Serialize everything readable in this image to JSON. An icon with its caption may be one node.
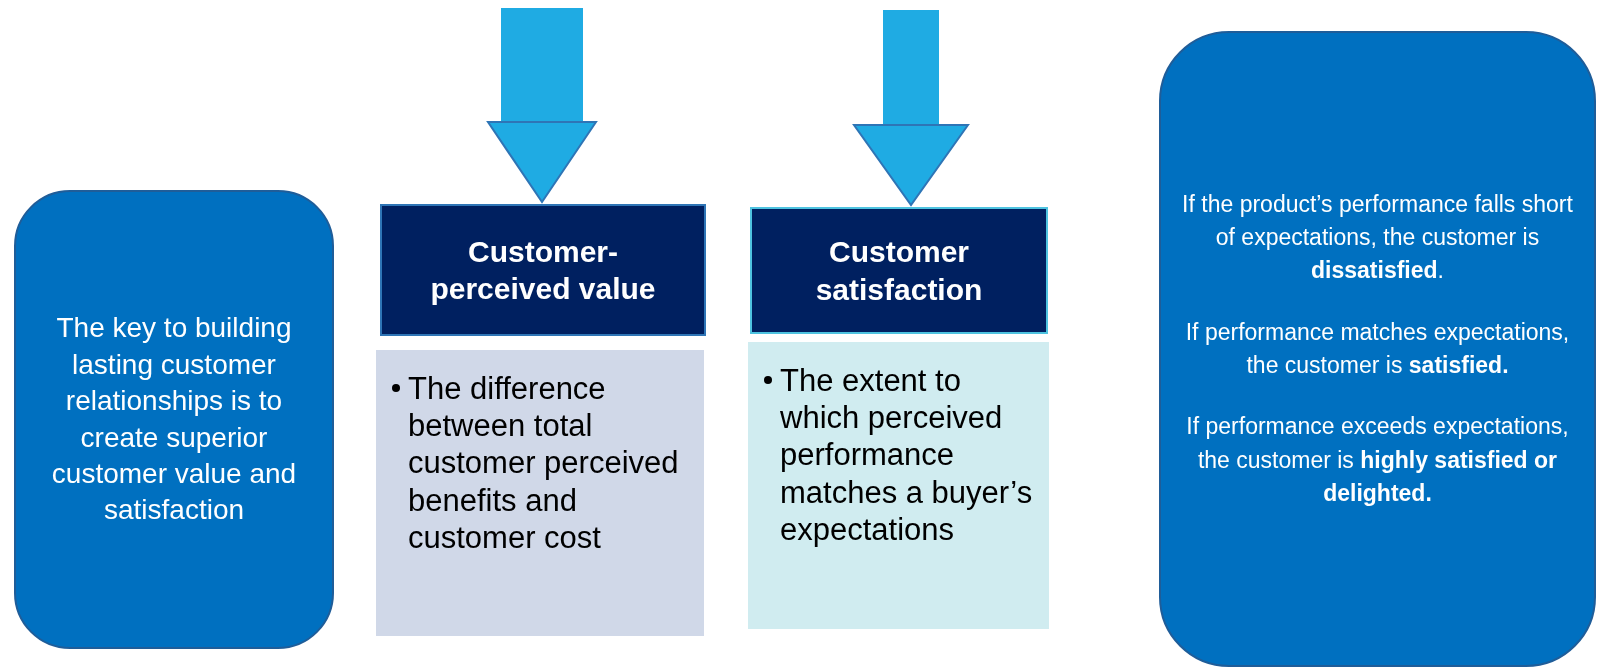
{
  "diagram": {
    "nodes": [
      {
        "text": [
          "The key to building lasting customer relationships is to create superior customer value and satisfaction"
        ]
      },
      {
        "text": [
          "Customer-perceived value"
        ]
      },
      {
        "text": [
          "The difference between total customer perceived benefits and customer cost"
        ]
      },
      {
        "text": [
          "Customer satisfaction"
        ]
      },
      {
        "text": [
          "The extent to which perceived performance matches a buyer’s expectations"
        ]
      },
      {
        "text": [
          "If the product’s performance falls short of expectations, the customer is **dissatisfied**.",
          "If performance matches expectations, the customer is **satisfied.**",
          "If performance exceeds expectations, the customer is **highly satisfied or delighted.**"
        ]
      }
    ],
    "edges": [
      {
        "from": null,
        "to": 1,
        "arrow": "to"
      },
      {
        "from": null,
        "to": 3,
        "arrow": "to"
      }
    ]
  }
}
